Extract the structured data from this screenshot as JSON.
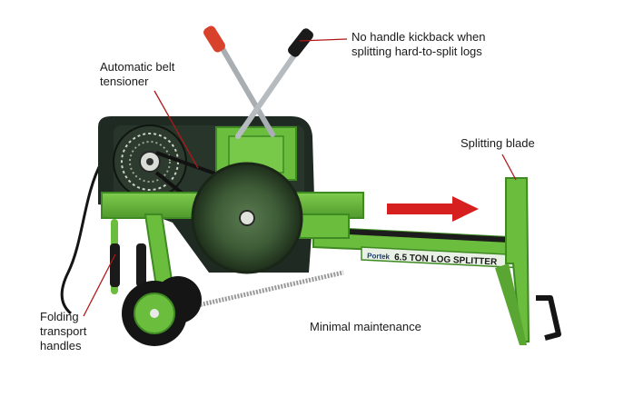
{
  "image": {
    "subject": "log-splitter",
    "colors": {
      "body_green": "#6bbd3e",
      "body_green_dark": "#3f8a22",
      "motor_housing": "#1f2a22",
      "arrow_red": "#d61f1f",
      "leader_line": "#b01818",
      "grip_red": "#d8412b",
      "grip_black": "#1a1a1a",
      "text": "#1a1a1a"
    },
    "icons": [
      "red-arrow-icon"
    ]
  },
  "product_label": {
    "brand": "Portek",
    "text": "6.5 TON LOG SPLITTER"
  },
  "callouts": {
    "kickback": {
      "line1": "No handle kickback when",
      "line2": "splitting hard-to-split logs"
    },
    "tensioner": {
      "line1": "Automatic belt",
      "line2": "tensioner"
    },
    "blade": {
      "line1": "Splitting blade"
    },
    "transport": {
      "line1": "Folding",
      "line2": "transport",
      "line3": "handles"
    },
    "maintenance": {
      "line1": "Minimal maintenance"
    }
  }
}
